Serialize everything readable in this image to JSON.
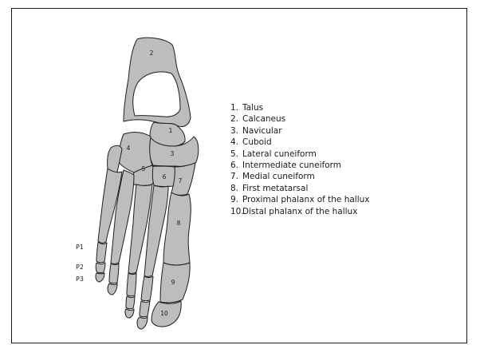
{
  "legend": [
    {
      "num": "1.",
      "name": "Talus"
    },
    {
      "num": "2.",
      "name": "Calcaneus"
    },
    {
      "num": "3.",
      "name": "Navicular"
    },
    {
      "num": "4.",
      "name": "Cuboid"
    },
    {
      "num": "5.",
      "name": "Lateral cuneiform"
    },
    {
      "num": "6.",
      "name": "Intermediate cuneiform"
    },
    {
      "num": "7.",
      "name": "Medial cuneiform"
    },
    {
      "num": "8.",
      "name": "First metatarsal"
    },
    {
      "num": "9.",
      "name": "Proximal phalanx  of the hallux"
    },
    {
      "num": "10.",
      "name": "Distal phalanx of the hallux"
    }
  ],
  "bone_labels": {
    "n1": "1",
    "n2": "2",
    "n3": "3",
    "n4": "4",
    "n5": "5",
    "n6": "6",
    "n7": "7",
    "n8": "8",
    "n9": "9",
    "n10": "10"
  },
  "phalanx_labels": {
    "p1": "P1",
    "p2": "P2",
    "p3": "P3"
  },
  "colors": {
    "bone_fill": "#bdbdbd",
    "outline": "#1e1e1e",
    "frame": "#1a1a1a"
  }
}
